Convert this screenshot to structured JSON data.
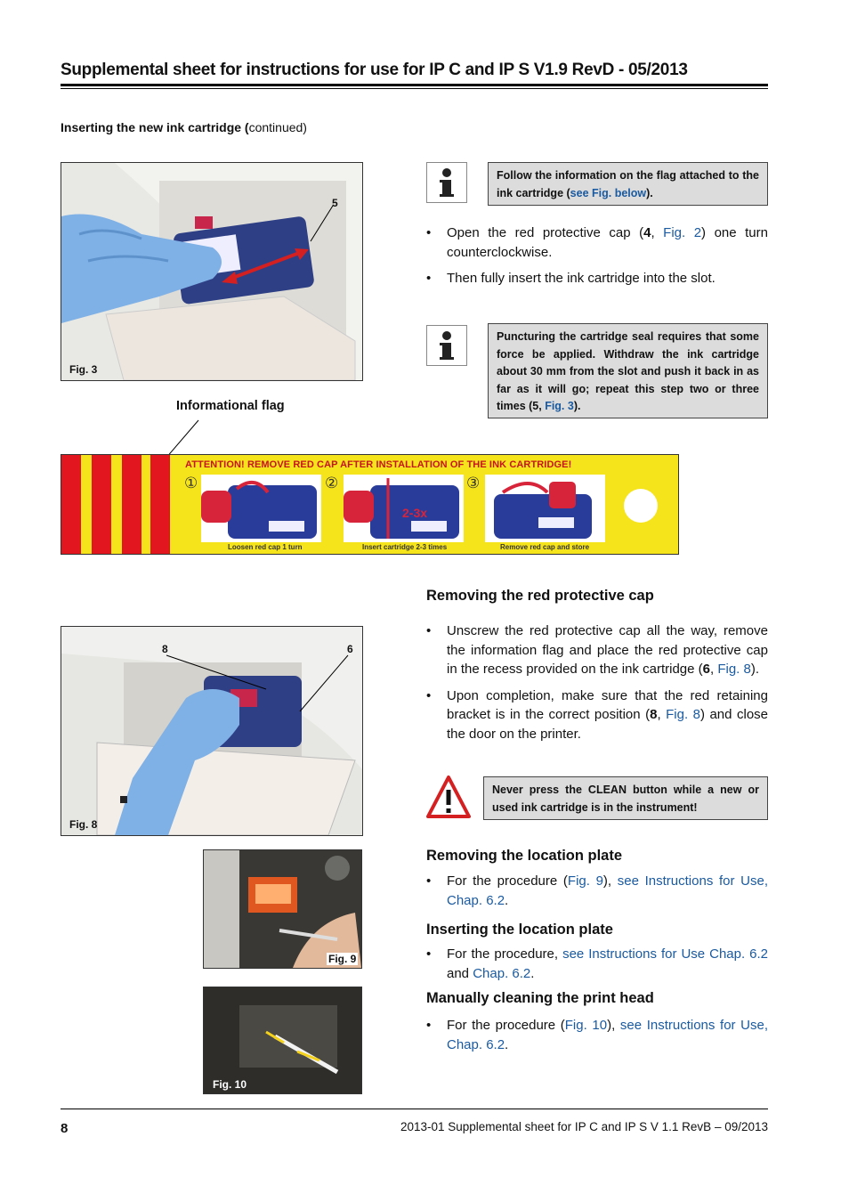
{
  "header": {
    "title": "Supplemental sheet for instructions for use for IP C and IP S V1.9 RevD - 05/2013"
  },
  "section_intro": {
    "bold": "Inserting the new ink cartridge (",
    "rest": "continued)"
  },
  "fig3": {
    "label": "Fig. 3",
    "callout": "5"
  },
  "note1": {
    "text": "Follow the information on the flag attached to the ink cartridge (",
    "link": "see Fig. below",
    "end": ")."
  },
  "steps1": [
    {
      "a": "Open the red protective cap (",
      "b": "4",
      "c": ", ",
      "link": "Fig. 2",
      "d": ") one turn counterclockwise."
    },
    {
      "a": "Then fully insert the ink cartridge into the slot."
    }
  ],
  "note2": {
    "text": "Puncturing the cartridge seal requires that some force be applied. Withdraw the ink cartridge about 30 mm from the slot and push it back in as far as it will go; repeat this step two or three times (5, ",
    "link": "Fig. 3",
    "end": ")."
  },
  "flag": {
    "label": "Informational flag",
    "attention": "ATTENTION! REMOVE RED CAP AFTER INSTALLATION OF THE INK CARTRIDGE!",
    "steps": [
      "Loosen red cap 1 turn",
      "Insert cartridge 2-3 times",
      "Remove red cap and store"
    ],
    "nums": [
      "①",
      "②",
      "③"
    ],
    "times": "2-3x"
  },
  "removing_cap": {
    "heading": "Removing the red protective cap",
    "b1": {
      "a": "Unscrew the red protective cap all the way, remove the information flag and place the red protective cap in the recess provided on the ink cartridge (",
      "b": "6",
      "c": ", ",
      "link": "Fig. 8",
      "d": ")."
    },
    "b2": {
      "a": "Upon completion, make sure that the red retaining bracket is in the correct position (",
      "b": "8",
      "c": ", ",
      "link": "Fig. 8",
      "d": ") and close the door on the printer."
    }
  },
  "fig8": {
    "label": "Fig. 8",
    "c8": "8",
    "c6": "6"
  },
  "warning": {
    "text": "Never press the CLEAN button while a new or used ink cartridge is in the instrument!"
  },
  "location_remove": {
    "heading": "Removing the location plate",
    "a": "For the procedure (",
    "link1": "Fig. 9",
    "b": "), ",
    "link2": "see Instructions for Use, Chap. 6.2",
    "c": "."
  },
  "location_insert": {
    "heading": "Inserting the location plate",
    "a": "For the procedure, ",
    "link1": "see Instructions for Use Chap. 6.2",
    "b": " and ",
    "link2": "Chap. 6.2",
    "c": "."
  },
  "cleaning": {
    "heading": "Manually cleaning the print head",
    "a": "For the procedure (",
    "link1": "Fig. 10",
    "b": "), ",
    "link2": "see Instructions for Use, Chap. 6.2",
    "c": "."
  },
  "fig9": {
    "label": "Fig. 9"
  },
  "fig10": {
    "label": "Fig. 10"
  },
  "footer": {
    "page": "8",
    "text": "2013-01 Supplemental sheet for IP C and IP S V 1.1 RevB – 09/2013"
  }
}
